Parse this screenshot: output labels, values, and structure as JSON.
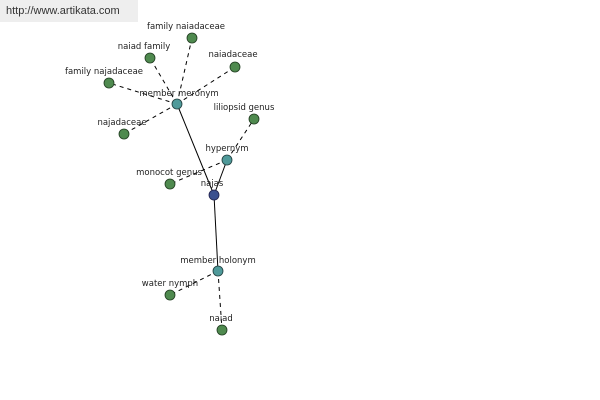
{
  "watermark": {
    "url": "http://www.artikata.com"
  },
  "colors": {
    "leaf_node": "#4f8a4f",
    "relation_node": "#4f9a9a",
    "center_node": "#3a4f8f"
  },
  "nodes": [
    {
      "id": "najas",
      "label": "najas",
      "kind": "center"
    },
    {
      "id": "member-meronym",
      "label": "member meronym",
      "kind": "relation"
    },
    {
      "id": "hypernym",
      "label": "hypernym",
      "kind": "relation"
    },
    {
      "id": "member-holonym",
      "label": "member holonym",
      "kind": "relation"
    },
    {
      "id": "family-naiadaceae",
      "label": "family naiadaceae",
      "kind": "leaf"
    },
    {
      "id": "naiad-family",
      "label": "naiad family",
      "kind": "leaf"
    },
    {
      "id": "naiadaceae",
      "label": "naiadaceae",
      "kind": "leaf"
    },
    {
      "id": "family-najadaceae",
      "label": "family najadaceae",
      "kind": "leaf"
    },
    {
      "id": "najadaceae",
      "label": "najadaceae",
      "kind": "leaf"
    },
    {
      "id": "liliopsid-genus",
      "label": "liliopsid genus",
      "kind": "leaf"
    },
    {
      "id": "monocot-genus",
      "label": "monocot genus",
      "kind": "leaf"
    },
    {
      "id": "water-nymph",
      "label": "water nymph",
      "kind": "leaf"
    },
    {
      "id": "naiad",
      "label": "naiad",
      "kind": "leaf"
    }
  ],
  "edges": [
    {
      "from": "najas",
      "to": "member-meronym",
      "style": "solid"
    },
    {
      "from": "najas",
      "to": "hypernym",
      "style": "solid"
    },
    {
      "from": "najas",
      "to": "member-holonym",
      "style": "solid"
    },
    {
      "from": "member-meronym",
      "to": "family-naiadaceae",
      "style": "dashed"
    },
    {
      "from": "member-meronym",
      "to": "naiad-family",
      "style": "dashed"
    },
    {
      "from": "member-meronym",
      "to": "naiadaceae",
      "style": "dashed"
    },
    {
      "from": "member-meronym",
      "to": "family-najadaceae",
      "style": "dashed"
    },
    {
      "from": "member-meronym",
      "to": "najadaceae",
      "style": "dashed"
    },
    {
      "from": "hypernym",
      "to": "liliopsid-genus",
      "style": "dashed"
    },
    {
      "from": "hypernym",
      "to": "monocot-genus",
      "style": "dashed"
    },
    {
      "from": "member-holonym",
      "to": "water-nymph",
      "style": "dashed"
    },
    {
      "from": "member-holonym",
      "to": "naiad",
      "style": "dashed"
    }
  ]
}
